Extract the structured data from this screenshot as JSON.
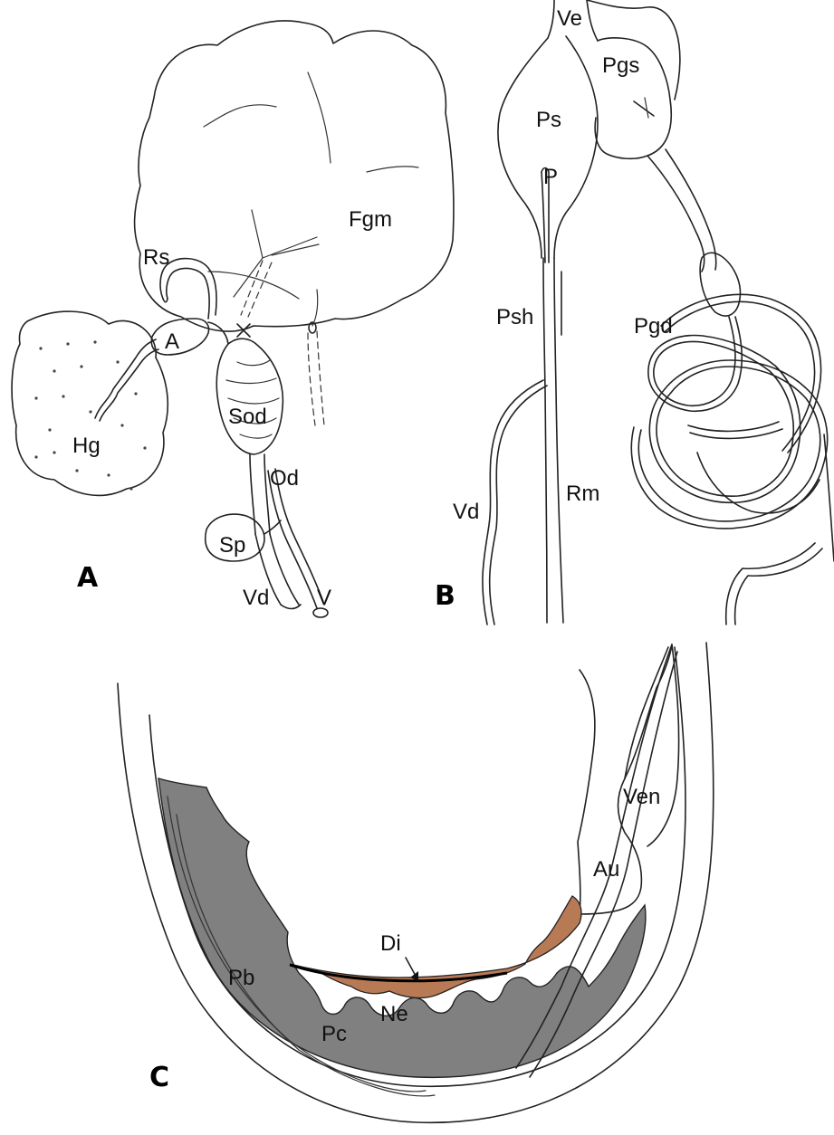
{
  "panels": {
    "a": {
      "letter": "A",
      "labels": {
        "fgm": "Fgm",
        "rs": "Rs",
        "a": "A",
        "hg": "Hg",
        "sod": "Sod",
        "od": "Od",
        "sp": "Sp",
        "vd": "Vd",
        "v": "V"
      }
    },
    "b": {
      "letter": "B",
      "labels": {
        "ve": "Ve",
        "pgs": "Pgs",
        "ps": "Ps",
        "p": "P",
        "psh": "Psh",
        "pgd": "Pgd",
        "vd": "Vd",
        "rm": "Rm"
      }
    },
    "c": {
      "letter": "C",
      "labels": {
        "ven": "Ven",
        "au": "Au",
        "di": "Di",
        "pb": "Pb",
        "ne": "Ne",
        "pc": "Pc"
      }
    }
  },
  "colors": {
    "pericardium_fill": "#808080",
    "nephridium_fill": "#b87a55",
    "line": "#222222",
    "background": "#ffffff"
  }
}
